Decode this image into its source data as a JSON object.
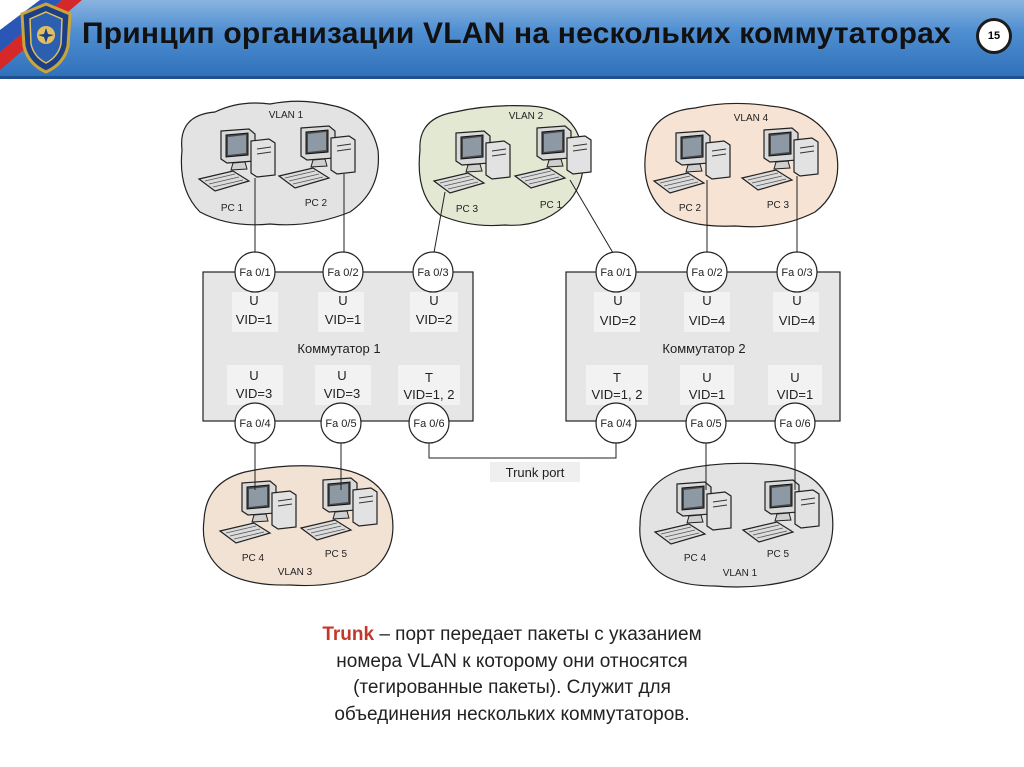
{
  "slide": {
    "title": "Принцип организации VLAN на нескольких коммутаторах",
    "page_number": "15"
  },
  "colors": {
    "header_blue": "#3f7fc6",
    "vlan1": "#e3e3e3",
    "vlan2": "#e3e8d3",
    "vlan3": "#f2e2d3",
    "vlan4": "#f7e3d3",
    "accent_red": "#c0392b"
  },
  "switch1": {
    "name": "Коммутатор 1",
    "ports_top": [
      {
        "port": "Fa 0/1",
        "mode": "U",
        "vid": "VID=1"
      },
      {
        "port": "Fa 0/2",
        "mode": "U",
        "vid": "VID=1"
      },
      {
        "port": "Fa 0/3",
        "mode": "U",
        "vid": "VID=2"
      }
    ],
    "ports_bottom": [
      {
        "port": "Fa 0/4",
        "mode": "U",
        "vid": "VID=3"
      },
      {
        "port": "Fa 0/5",
        "mode": "U",
        "vid": "VID=3"
      },
      {
        "port": "Fa 0/6",
        "mode": "T",
        "vid": "VID=1, 2"
      }
    ]
  },
  "switch2": {
    "name": "Коммутатор 2",
    "ports_top": [
      {
        "port": "Fa 0/1",
        "mode": "U",
        "vid": "VID=2"
      },
      {
        "port": "Fa 0/2",
        "mode": "U",
        "vid": "VID=4"
      },
      {
        "port": "Fa 0/3",
        "mode": "U",
        "vid": "VID=4"
      }
    ],
    "ports_bottom": [
      {
        "port": "Fa 0/4",
        "mode": "T",
        "vid": "VID=1, 2"
      },
      {
        "port": "Fa 0/5",
        "mode": "U",
        "vid": "VID=1"
      },
      {
        "port": "Fa 0/6",
        "mode": "U",
        "vid": "VID=1"
      }
    ]
  },
  "trunk_label": "Trunk port",
  "groups": {
    "g1": {
      "vlan": "VLAN 1",
      "pcs": [
        "PC 1",
        "PC 2"
      ]
    },
    "g2": {
      "vlan": "VLAN 2",
      "pcs": [
        "PC 3",
        "PC 1"
      ]
    },
    "g3": {
      "vlan": "VLAN 4",
      "pcs": [
        "PC 2",
        "PC 3"
      ]
    },
    "g4": {
      "vlan": "VLAN 3",
      "pcs": [
        "PC 4",
        "PC 5"
      ]
    },
    "g5": {
      "vlan": "VLAN 1",
      "pcs": [
        "PC 4",
        "PC 5"
      ]
    }
  },
  "caption": {
    "accent": "Trunk",
    "line1": " – порт передает пакеты с указанием",
    "line2": "номера VLAN к которому они относятся",
    "line3": "(тегированные пакеты). Служит для",
    "line4": "объединения нескольких коммутаторов."
  }
}
